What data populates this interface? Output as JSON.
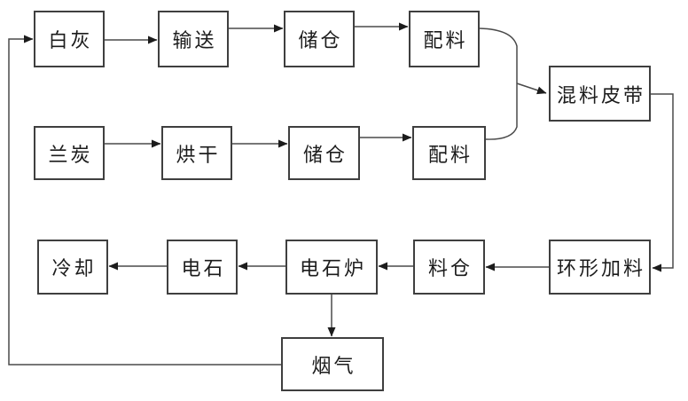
{
  "diagram": {
    "type": "flowchart",
    "language": "zh-CN",
    "colors": {
      "background": "#ffffff",
      "box_border": "#3f3f3f",
      "line": "#4a4a4a",
      "arrowhead": "#1c1c1c",
      "text": "#1c1c1c"
    },
    "nodes": {
      "white_lime": {
        "label": "白灰"
      },
      "conveying": {
        "label": "输送"
      },
      "storage_bin_1": {
        "label": "储仓"
      },
      "batching_1": {
        "label": "配料"
      },
      "semi_coke": {
        "label": "兰炭"
      },
      "drying": {
        "label": "烘干"
      },
      "storage_bin_2": {
        "label": "储仓"
      },
      "batching_2": {
        "label": "配料"
      },
      "mixing_belt": {
        "label": "混料皮带"
      },
      "ring_feeder": {
        "label": "环形加料"
      },
      "material_bin": {
        "label": "料仓"
      },
      "carbide_furnace": {
        "label": "电石炉"
      },
      "carbide": {
        "label": "电石"
      },
      "cooling": {
        "label": "冷却"
      },
      "flue_gas": {
        "label": "烟气"
      }
    },
    "edges": [
      {
        "from": "white_lime",
        "to": "conveying"
      },
      {
        "from": "conveying",
        "to": "storage_bin_1"
      },
      {
        "from": "storage_bin_1",
        "to": "batching_1"
      },
      {
        "from": "semi_coke",
        "to": "drying"
      },
      {
        "from": "drying",
        "to": "storage_bin_2"
      },
      {
        "from": "storage_bin_2",
        "to": "batching_2"
      },
      {
        "from": "batching_1",
        "to": "mixing_belt"
      },
      {
        "from": "batching_2",
        "to": "mixing_belt"
      },
      {
        "from": "mixing_belt",
        "to": "ring_feeder"
      },
      {
        "from": "ring_feeder",
        "to": "material_bin"
      },
      {
        "from": "material_bin",
        "to": "carbide_furnace"
      },
      {
        "from": "carbide_furnace",
        "to": "carbide"
      },
      {
        "from": "carbide",
        "to": "cooling"
      },
      {
        "from": "carbide_furnace",
        "to": "flue_gas"
      },
      {
        "from": "flue_gas",
        "to": "white_lime"
      }
    ]
  }
}
